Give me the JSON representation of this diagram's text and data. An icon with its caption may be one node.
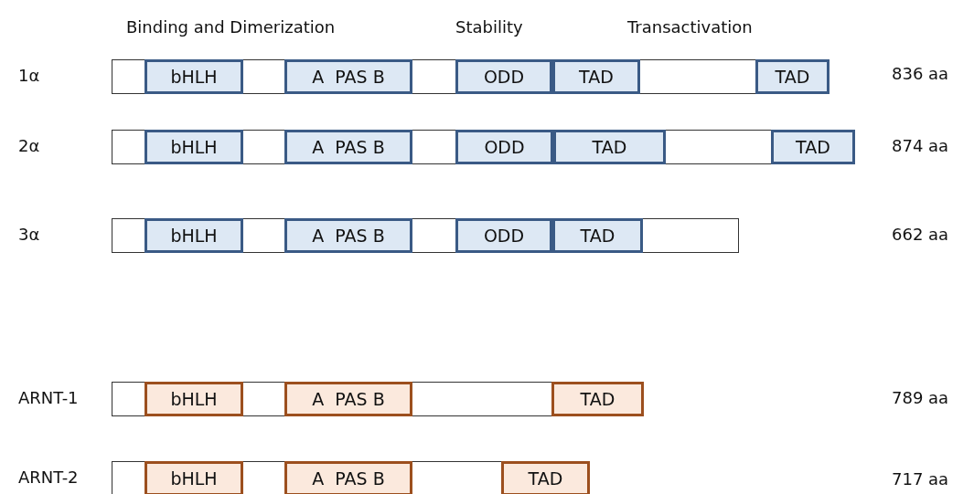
{
  "diagram": {
    "nodes": [
      {
        "text": [],
        "shape": "bar"
      },
      {
        "text": [
          "bHLH"
        ],
        "in": 0
      },
      {
        "text": [
          "A  PAS B"
        ],
        "in": 0
      },
      {
        "text": [
          "ODD"
        ],
        "in": 0
      },
      {
        "text": [
          "TAD"
        ],
        "in": 0
      },
      {
        "text": [
          "TAD"
        ],
        "in": 0
      },
      {
        "text": [],
        "shape": "bar"
      },
      {
        "text": [
          "bHLH"
        ],
        "in": 6
      },
      {
        "text": [
          "A  PAS B"
        ],
        "in": 6
      },
      {
        "text": [
          "ODD"
        ],
        "in": 6
      },
      {
        "text": [
          "TAD"
        ],
        "in": 6
      },
      {
        "text": [
          "TAD"
        ],
        "in": 6
      },
      {
        "text": [],
        "shape": "bar"
      },
      {
        "text": [
          "bHLH"
        ],
        "in": 12
      },
      {
        "text": [
          "A  PAS B"
        ],
        "in": 12
      },
      {
        "text": [
          "ODD"
        ],
        "in": 12
      },
      {
        "text": [
          "TAD"
        ],
        "in": 12
      },
      {
        "text": [],
        "shape": "bar"
      },
      {
        "text": [
          "bHLH"
        ],
        "in": 17
      },
      {
        "text": [
          "A  PAS B"
        ],
        "in": 17
      },
      {
        "text": [
          "TAD"
        ],
        "in": 17
      },
      {
        "text": [],
        "shape": "bar"
      },
      {
        "text": [
          "bHLH"
        ],
        "in": 21
      },
      {
        "text": [
          "A  PAS B"
        ],
        "in": 21
      },
      {
        "text": [
          "TAD"
        ],
        "in": 21
      }
    ],
    "labels": [
      "Binding and Dimerization",
      "Stability",
      "Transactivation",
      "1α",
      "836 aa",
      "2α",
      "874 aa",
      "3α",
      "662 aa",
      "ARNT-1",
      "789 aa",
      "ARNT-2",
      "717 aa"
    ]
  }
}
